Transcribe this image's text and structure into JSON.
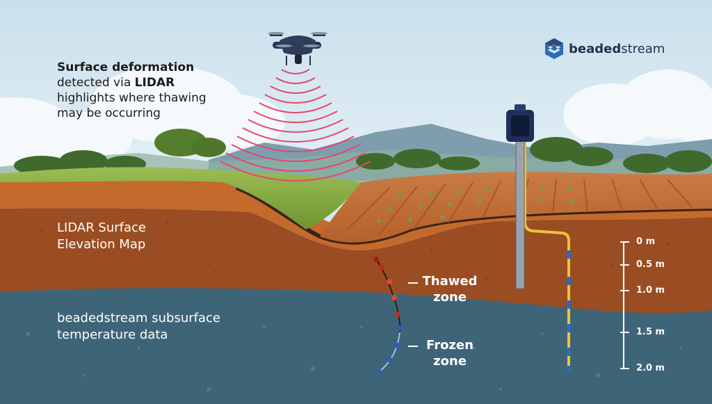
{
  "brand": {
    "name_bold": "beaded",
    "name_rest": "stream",
    "colors": {
      "navy": "#2a3f6e",
      "blue": "#2c6bb5"
    }
  },
  "caption": {
    "part1_bold": "Surface deformation",
    "part2": " detected via ",
    "part3_bold": "LIDAR",
    "part4": " highlights where thawing may be occurring"
  },
  "labels": {
    "lidar_map": "LIDAR Surface Elevation Map",
    "subsurface": "beadedstream subsurface temperature data",
    "thawed_line1": "Thawed",
    "thawed_line2": "zone",
    "frozen_line1": "Frozen",
    "frozen_line2": "zone"
  },
  "depth_scale": [
    "0 m",
    "0.5 m",
    "1.0 m",
    "1.5 m",
    "2.0 m"
  ],
  "icons": [
    "drone-icon",
    "lidar-wave-icon",
    "datalogger-icon",
    "beadedstream-logo-icon"
  ],
  "colors": {
    "sky": "#d6e8f1",
    "grass": "#7ea33a",
    "topsoil": "#c46a2c",
    "subsoil": "#9a4d22",
    "permafrost": "#3e6478",
    "thawed_points": "#e04a2a",
    "frozen_points": "#2a5fb8",
    "lidar_waves": "#e2486c"
  }
}
